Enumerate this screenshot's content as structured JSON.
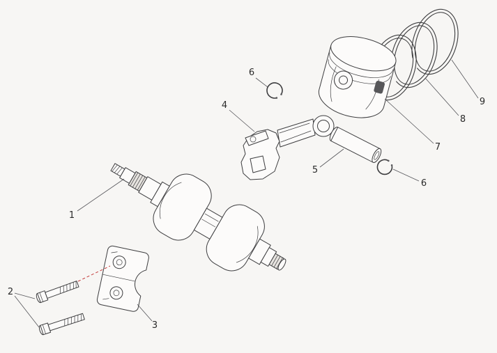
{
  "diagram": {
    "colors": {
      "background": "#f7f6f4",
      "line": "#3d3d3f",
      "leader": "#55555a",
      "accent": "#c43b3b",
      "shadow": "#57575a"
    },
    "callouts": [
      {
        "number": "1",
        "part": "crankshaft"
      },
      {
        "number": "2",
        "part": "bolts"
      },
      {
        "number": "3",
        "part": "bearing-caps"
      },
      {
        "number": "4",
        "part": "connecting-rod"
      },
      {
        "number": "5",
        "part": "piston-pin"
      },
      {
        "number": "6",
        "part": "circlip-upper"
      },
      {
        "number": "6",
        "part": "circlip-lower"
      },
      {
        "number": "7",
        "part": "piston"
      },
      {
        "number": "8",
        "part": "piston-ring-second"
      },
      {
        "number": "9",
        "part": "piston-ring-top"
      }
    ]
  }
}
